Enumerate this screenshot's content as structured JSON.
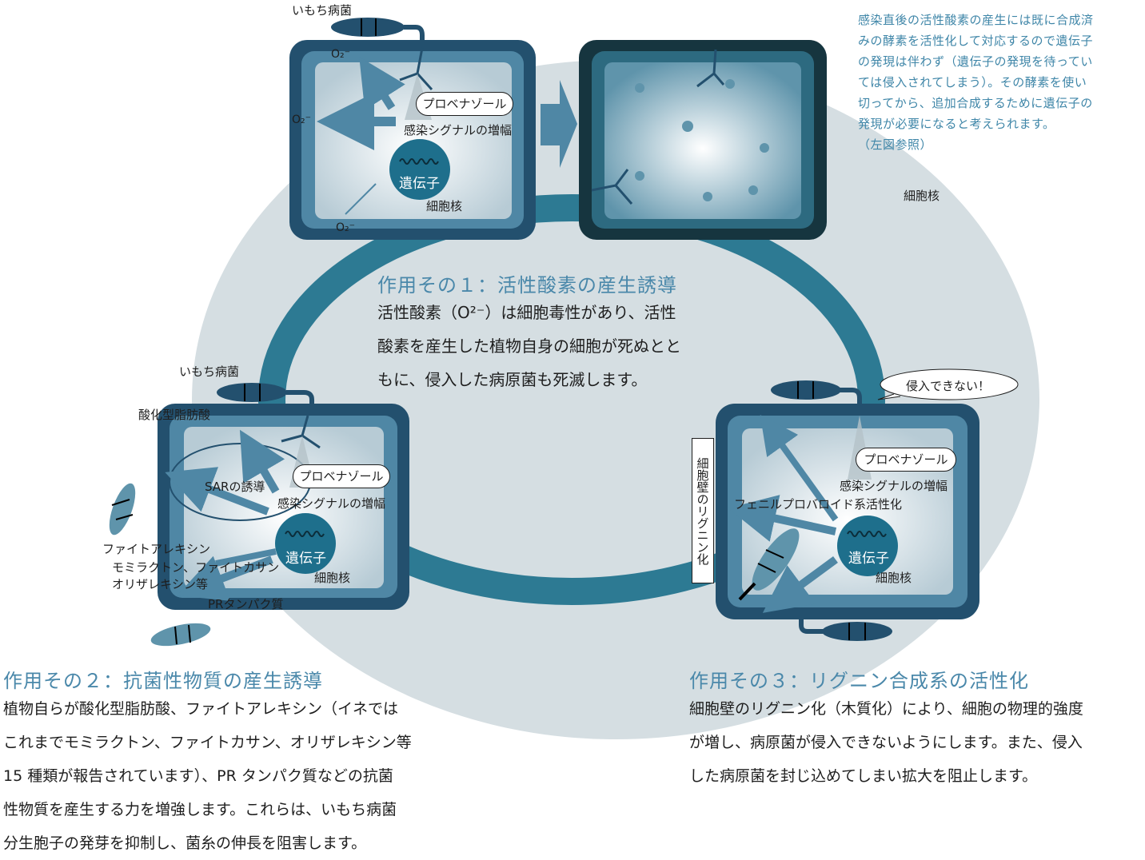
{
  "labels": {
    "blast_fungus_top": "いもち病菌",
    "blast_fungus_left": "いもち病菌",
    "nucleus_right": "細胞核",
    "oxidized_fatty_acid": "酸化型脂肪酸",
    "sar_induction": "SARの誘導",
    "probenazole": "プロベナゾール",
    "infection_signal": "感染シグナルの増幅",
    "gene": "遺伝子",
    "nucleus": "細胞核",
    "phenylpropanoid": "フェニルプロバロイド系活性化",
    "lignification": "細胞壁のリグニン化",
    "cannot_invade": "侵入できない！",
    "phytoalexin_1": "ファイトアレキシン",
    "phytoalexin_2": "モミラクトン、ファイトカサン",
    "phytoalexin_3": "オリザレキシン等",
    "pr_protein": "PRタンパク質",
    "o2": "O₂⁻"
  },
  "note": "感染直後の活性酸素の産生には既に合成済\nみの酵素を活性化して対応するので遺伝子\nの発現は伴わず（遺伝子の発現を待ってい\nては侵入されてしまう）。その酵素を使い\n切ってから、追加合成するために遺伝子の\n発現が必要になると考えられます。\n（左図参照）",
  "effect1": {
    "heading": "作用その１：活性酸素の産生誘導",
    "body": "活性酸素（O²⁻）は細胞毒性があり、活性\n酸素を産生した植物自身の細胞が死ぬとと\nもに、侵入した病原菌も死滅します。"
  },
  "effect2": {
    "heading": "作用その２：抗菌性物質の産生誘導",
    "body": "植物自らが酸化型脂肪酸、ファイトアレキシン（イネでは\nこれまでモミラクトン、ファイトカサン、オリザレキシン等\n15 種類が報告されています）、PR タンパク質などの抗菌\n性物質を産生する力を増強します。これらは、いもち病菌\n分生胞子の発芽を抑制し、菌糸の伸長を阻害します。"
  },
  "effect3": {
    "heading": "作用その３：リグニン合成系の活性化",
    "body": "細胞壁のリグニン化（木質化）により、細胞の物理的強度\nが増し、病原菌が侵入できないようにします。また、侵入\nした病原菌を封じ込めてしまい拡大を阻止します。"
  },
  "colors": {
    "ellipse": "#d5dee2",
    "ring": "#2d7a93",
    "cell_border": "#23506e",
    "cell_mid": "#4f87a5",
    "dead_cell": "#16353f",
    "nucleus": "#1e6f8c",
    "heading": "#4a88aa",
    "note": "#3f86a8"
  }
}
